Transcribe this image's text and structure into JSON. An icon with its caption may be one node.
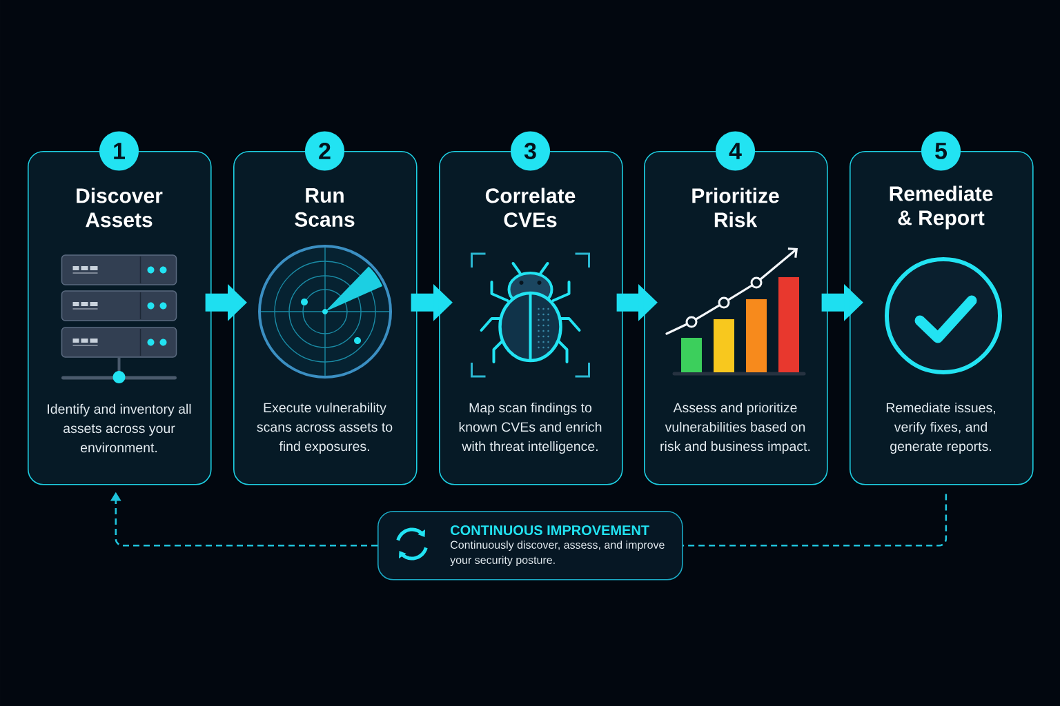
{
  "diagram": {
    "nodes": [
      {
        "text": [
          "1"
        ]
      },
      {
        "text": [
          "Discover Assets",
          "Identify and inventory all assets across your environment."
        ]
      },
      {
        "text": [
          "2"
        ]
      },
      {
        "text": [
          "Run Scans",
          "Execute vulnerability scans across assets to find exposures."
        ]
      },
      {
        "text": [
          "3"
        ]
      },
      {
        "text": [
          "Correlate CVEs",
          "Map scan findings to known CVEs and enrich with threat intelligence."
        ]
      },
      {
        "text": [
          "4"
        ]
      },
      {
        "text": [
          "Prioritize Risk",
          "Assess and prioritize vulnerabilities based on risk and business impact."
        ]
      },
      {
        "text": [
          "5"
        ]
      },
      {
        "text": [
          "Remediate & Report",
          "Remediate issues, verify fixes, and generate reports."
        ]
      },
      {
        "text": [
          "CONTINUOUS IMPROVEMENT",
          "Continuously discover, assess, and improve your security posture."
        ]
      }
    ],
    "edges": [
      {
        "from": 1,
        "to": 3,
        "arrow": "to"
      },
      {
        "from": 3,
        "to": 5,
        "arrow": "to"
      },
      {
        "from": 5,
        "to": 7,
        "arrow": "to"
      },
      {
        "from": 7,
        "to": 9,
        "arrow": "to"
      },
      {
        "from": 9,
        "to": 10,
        "arrow": "none",
        "style": "dashed"
      },
      {
        "from": 10,
        "to": 1,
        "arrow": "to",
        "style": "dashed"
      }
    ]
  }
}
